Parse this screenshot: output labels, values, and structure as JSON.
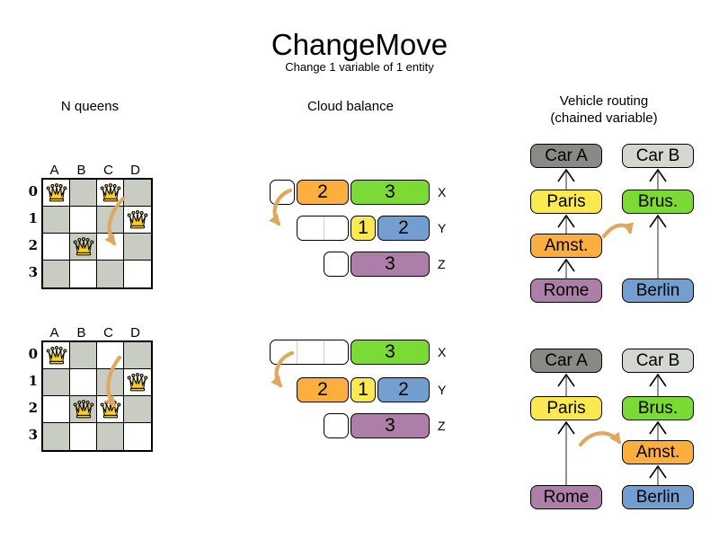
{
  "title": "ChangeMove",
  "subtitle": "Change 1 variable of 1 entity",
  "columns": {
    "nqueens": {
      "label": "N queens"
    },
    "cloud": {
      "label": "Cloud balance"
    },
    "routing": {
      "label": "Vehicle routing",
      "sublabel": "(chained variable)"
    }
  },
  "palette": {
    "orange": "#fcaf3e",
    "green": "#7bda33",
    "yellow": "#fce94f",
    "blue": "#729fcf",
    "purple": "#ad7fa8",
    "car_a": "#888a85",
    "car_b": "#d3d7cf",
    "board_gray": "#c9ccc3",
    "arrow": "#dfa860",
    "queen_gold": "#fcd020"
  },
  "nqueens": {
    "column_headers": [
      "A",
      "B",
      "C",
      "D"
    ],
    "row_headers": [
      "0",
      "1",
      "2",
      "3"
    ],
    "boards": [
      {
        "state": "before",
        "queens": [
          "A0",
          "C0",
          "D1",
          "B2"
        ],
        "move": {
          "from": "C0",
          "to": "C2"
        }
      },
      {
        "state": "after",
        "queens": [
          "A0",
          "D1",
          "B2",
          "C2"
        ],
        "move": {
          "from": "C0",
          "to": "C2"
        }
      }
    ]
  },
  "cloud": {
    "states": [
      {
        "state": "before",
        "move": {
          "process": "2",
          "from": "X",
          "to": "Y"
        },
        "rows": [
          {
            "label": "X",
            "segments": [
              {
                "type": "empty",
                "units": 1
              },
              {
                "type": "process",
                "value": "2",
                "units": 2,
                "color": "orange"
              },
              {
                "type": "process",
                "value": "3",
                "units": 3,
                "color": "green"
              }
            ]
          },
          {
            "label": "Y",
            "segments": [
              {
                "type": "empty",
                "units": 2
              },
              {
                "type": "process",
                "value": "1",
                "units": 1,
                "color": "yellow"
              },
              {
                "type": "process",
                "value": "2",
                "units": 2,
                "color": "blue"
              }
            ]
          },
          {
            "label": "Z",
            "segments": [
              {
                "type": "empty",
                "units": 1
              },
              {
                "type": "process",
                "value": "3",
                "units": 3,
                "color": "purple"
              }
            ]
          }
        ]
      },
      {
        "state": "after",
        "move": {
          "process": "2",
          "from": "X",
          "to": "Y"
        },
        "rows": [
          {
            "label": "X",
            "segments": [
              {
                "type": "empty",
                "units": 3
              },
              {
                "type": "process",
                "value": "3",
                "units": 3,
                "color": "green"
              }
            ]
          },
          {
            "label": "Y",
            "segments": [
              {
                "type": "process",
                "value": "2",
                "units": 2,
                "color": "orange"
              },
              {
                "type": "process",
                "value": "1",
                "units": 1,
                "color": "yellow"
              },
              {
                "type": "process",
                "value": "2",
                "units": 2,
                "color": "blue"
              }
            ]
          },
          {
            "label": "Z",
            "segments": [
              {
                "type": "empty",
                "units": 1
              },
              {
                "type": "process",
                "value": "3",
                "units": 3,
                "color": "purple"
              }
            ]
          }
        ]
      }
    ]
  },
  "routing": {
    "states": [
      {
        "state": "before",
        "move": {
          "city": "Amst.",
          "from": "Car A chain",
          "to": "Car B chain"
        },
        "chains": [
          {
            "column": "left",
            "nodes": [
              {
                "label": "Car A",
                "slot": 0,
                "color": "car_a"
              },
              {
                "label": "Paris",
                "slot": 1,
                "color": "yellow"
              },
              {
                "label": "Amst.",
                "slot": 2,
                "color": "orange"
              },
              {
                "label": "Rome",
                "slot": 3,
                "color": "purple"
              }
            ]
          },
          {
            "column": "right",
            "nodes": [
              {
                "label": "Car B",
                "slot": 0,
                "color": "car_b"
              },
              {
                "label": "Brus.",
                "slot": 1,
                "color": "green"
              },
              {
                "label": "Berlin",
                "slot": 3,
                "color": "blue"
              }
            ]
          }
        ]
      },
      {
        "state": "after",
        "move": {
          "city": "Amst.",
          "from": "Car A chain",
          "to": "Car B chain"
        },
        "chains": [
          {
            "column": "left",
            "nodes": [
              {
                "label": "Car A",
                "slot": 0,
                "color": "car_a"
              },
              {
                "label": "Paris",
                "slot": 1,
                "color": "yellow"
              },
              {
                "label": "Rome",
                "slot": 3,
                "color": "purple"
              }
            ]
          },
          {
            "column": "right",
            "nodes": [
              {
                "label": "Car B",
                "slot": 0,
                "color": "car_b"
              },
              {
                "label": "Brus.",
                "slot": 1,
                "color": "green"
              },
              {
                "label": "Amst.",
                "slot": 2,
                "color": "orange"
              },
              {
                "label": "Berlin",
                "slot": 3,
                "color": "blue"
              }
            ]
          }
        ]
      }
    ]
  }
}
